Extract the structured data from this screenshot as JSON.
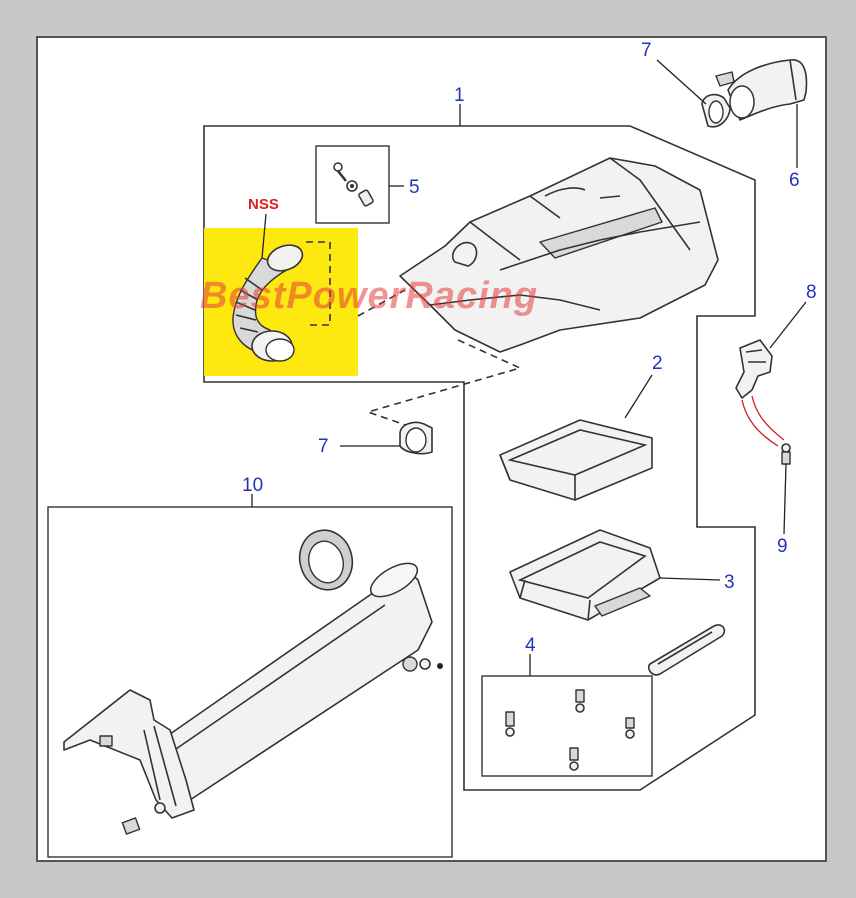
{
  "callouts": [
    {
      "id": "c1",
      "text": "1"
    },
    {
      "id": "c2",
      "text": "2"
    },
    {
      "id": "c3",
      "text": "3"
    },
    {
      "id": "c4",
      "text": "4"
    },
    {
      "id": "c5",
      "text": "5"
    },
    {
      "id": "c6",
      "text": "6"
    },
    {
      "id": "c7a",
      "text": "7"
    },
    {
      "id": "c7b",
      "text": "7"
    },
    {
      "id": "c8",
      "text": "8"
    },
    {
      "id": "c9",
      "text": "9"
    },
    {
      "id": "c10",
      "text": "10"
    }
  ],
  "highlight": {
    "label": "NSS",
    "color": "#fde910",
    "label_color": "#e02020"
  },
  "watermark": {
    "text": "BestPowerRacing"
  },
  "colors": {
    "background": "#c8c8c8",
    "panel": "#ffffff",
    "callout": "#2233bb"
  }
}
